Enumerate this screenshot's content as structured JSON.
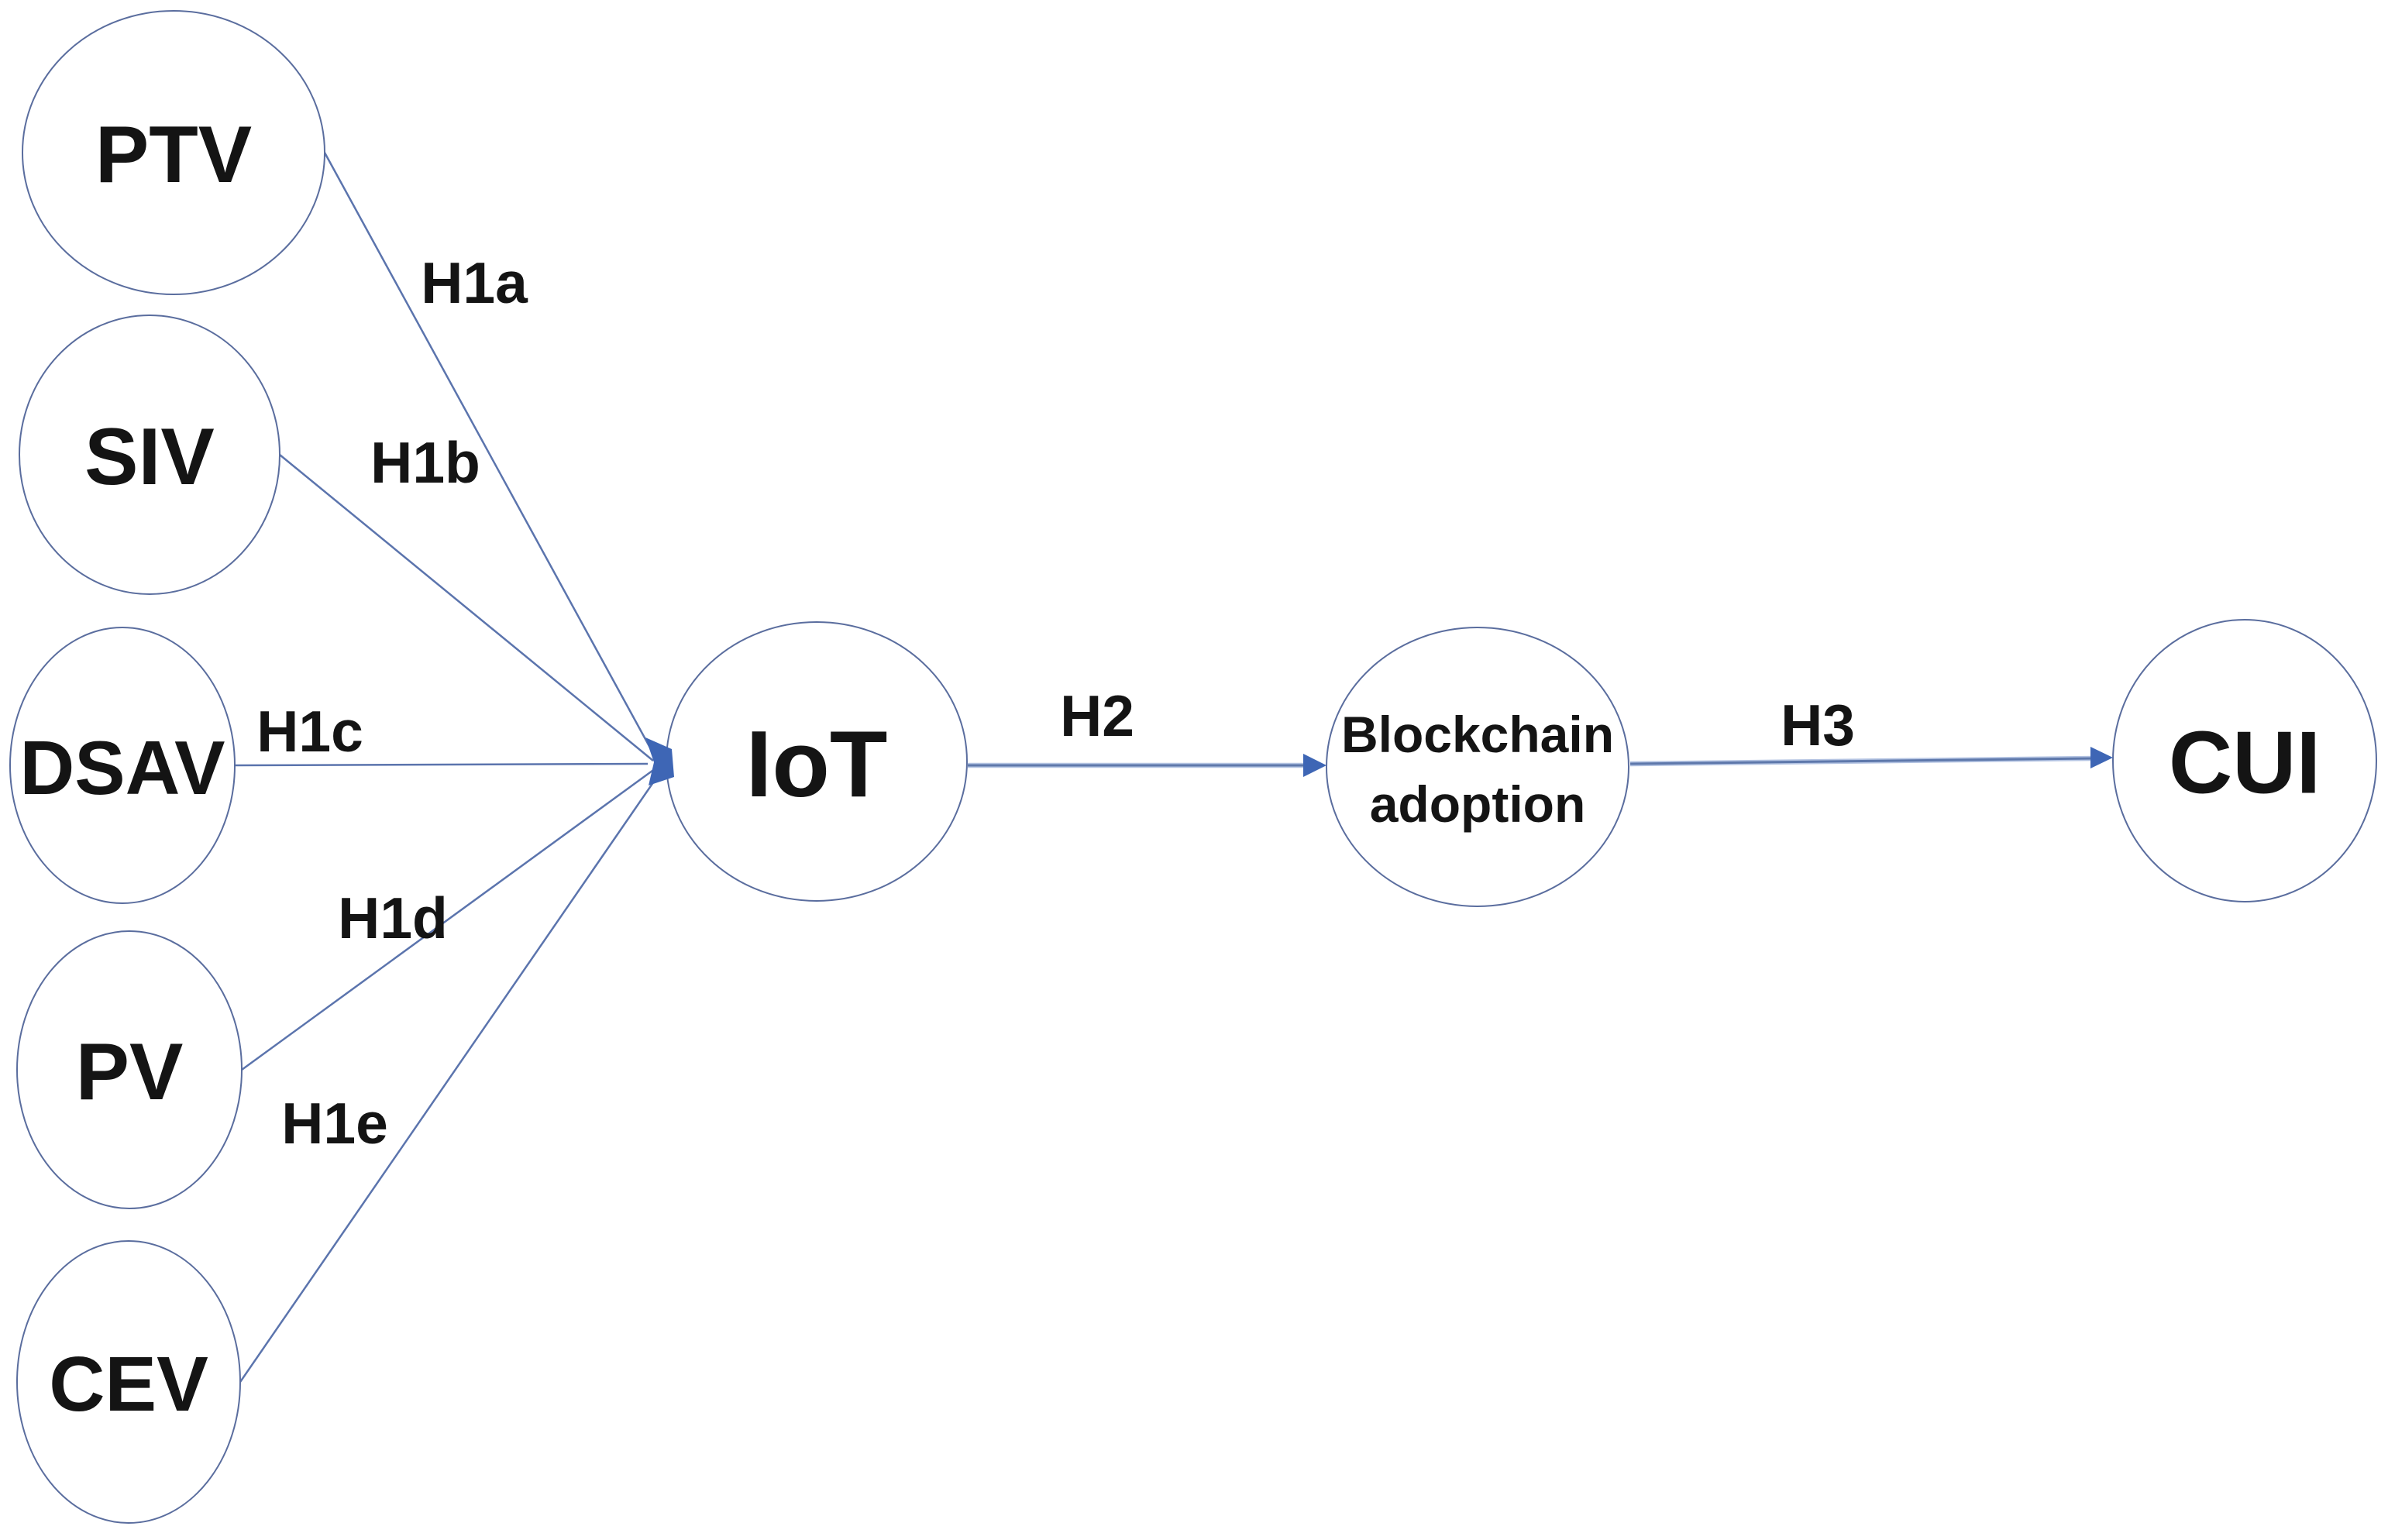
{
  "diagram": {
    "type": "path-model",
    "title": "IoT and Blockchain adoption hypothesis model",
    "nodes": [
      {
        "id": "ptv",
        "label": "PTV"
      },
      {
        "id": "siv",
        "label": "SIV"
      },
      {
        "id": "dsav",
        "label": "DSAV"
      },
      {
        "id": "pv",
        "label": "PV"
      },
      {
        "id": "cev",
        "label": "CEV"
      },
      {
        "id": "iot",
        "label": "IoT"
      },
      {
        "id": "blockchain-adoption",
        "label": "Blockchain adoption",
        "label_lines": [
          "Blockchain",
          "adoption"
        ]
      },
      {
        "id": "cui",
        "label": "CUI"
      }
    ],
    "edges": [
      {
        "from": "ptv",
        "to": "iot",
        "label": "H1a"
      },
      {
        "from": "siv",
        "to": "iot",
        "label": "H1b"
      },
      {
        "from": "dsav",
        "to": "iot",
        "label": "H1c"
      },
      {
        "from": "pv",
        "to": "iot",
        "label": "H1d"
      },
      {
        "from": "cev",
        "to": "iot",
        "label": "H1e"
      },
      {
        "from": "iot",
        "to": "blockchain-adoption",
        "label": "H2"
      },
      {
        "from": "blockchain-adoption",
        "to": "cui",
        "label": "H3"
      }
    ],
    "colors": {
      "node_stroke": "#5a6d9e",
      "connector": "#5b74ad",
      "arrow_base_light": "#b3c3e2",
      "arrow_core": "#5e78ab",
      "arrowhead": "#3e66b5",
      "label_text": "#141414"
    }
  }
}
